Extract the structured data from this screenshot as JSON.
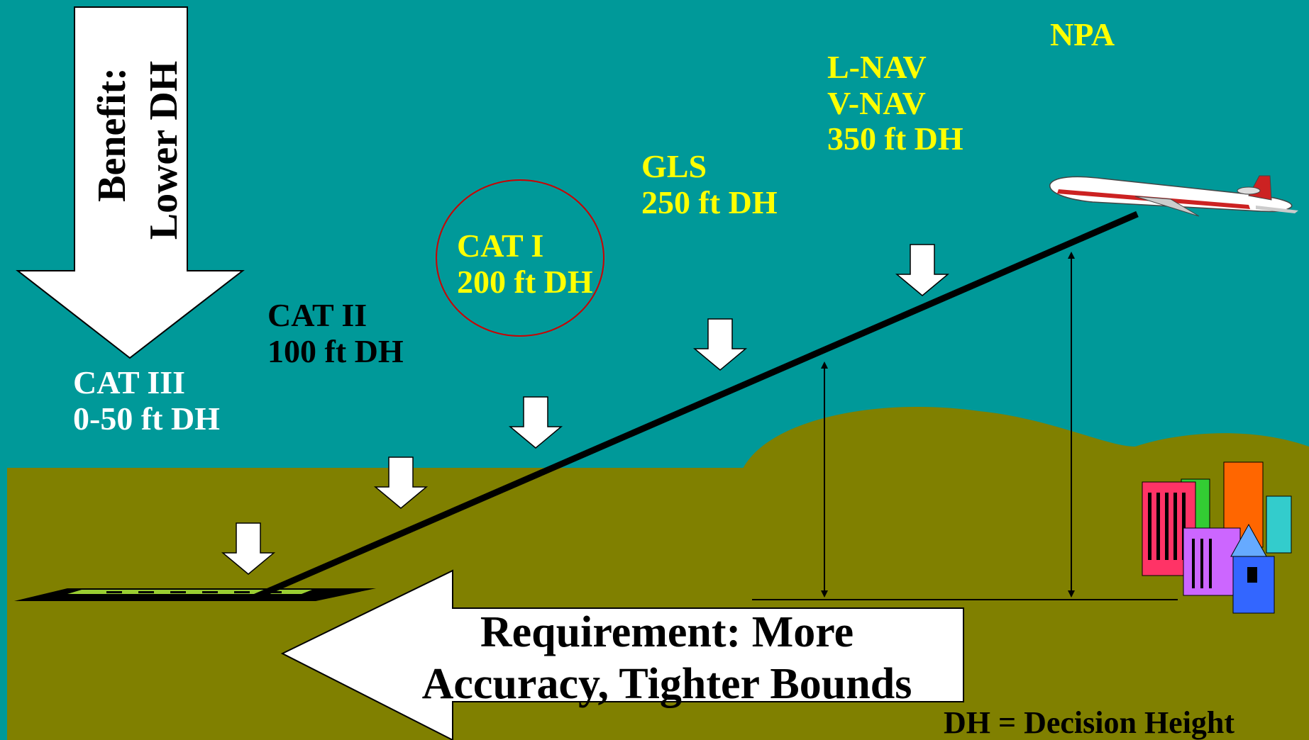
{
  "benefit": {
    "line1": "Benefit:",
    "line2": "Lower DH",
    "arrow_icon": "down-arrow-icon"
  },
  "requirement": {
    "line1": "Requirement: More",
    "line2": "Accuracy, Tighter Bounds",
    "arrow_icon": "left-arrow-icon"
  },
  "approaches": [
    {
      "line1": "CAT III",
      "line2": "0-50 ft DH",
      "color": "#FFFFFF"
    },
    {
      "line1": "CAT II",
      "line2": "100 ft DH",
      "color": "#000000"
    },
    {
      "line1": "CAT I",
      "line2": "200 ft DH",
      "color": "#FFFF00",
      "highlighted": true
    },
    {
      "line1": "GLS",
      "line2": "250 ft DH",
      "color": "#FFFF00"
    },
    {
      "line1": "L-NAV",
      "line2": "V-NAV",
      "line3": "350 ft DH",
      "color": "#FFFF00"
    },
    {
      "line1": "NPA",
      "color": "#FFFF00"
    }
  ],
  "footnote": "DH = Decision Height",
  "icons": {
    "airplane": "airplane-icon",
    "city": "city-buildings-icon",
    "runway": "runway-icon"
  },
  "colors": {
    "sky": "#009999",
    "ground": "#808000",
    "highlight_circle": "#CC0000",
    "label_yellow": "#FFFF00"
  }
}
